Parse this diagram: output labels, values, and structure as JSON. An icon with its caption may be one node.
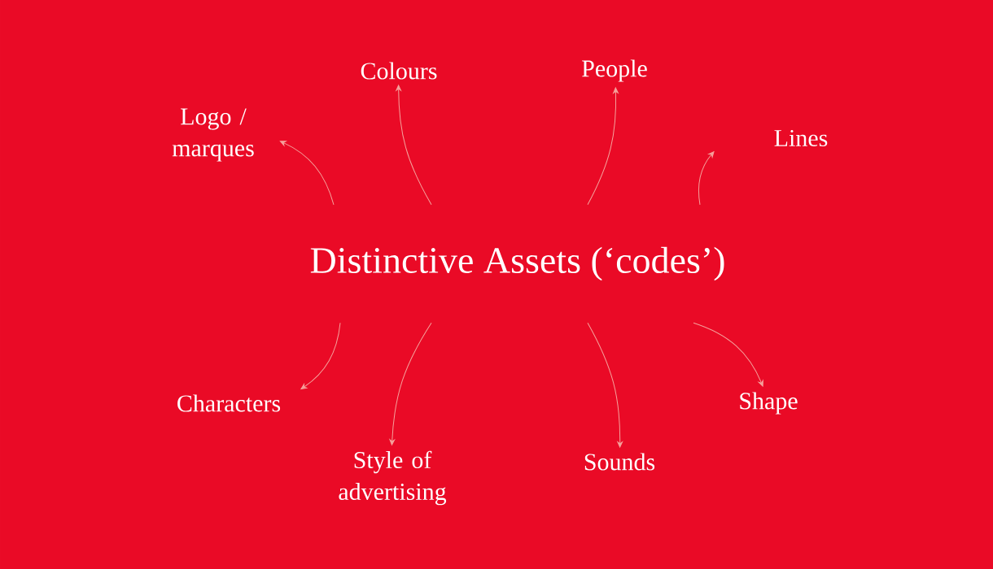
{
  "diagram": {
    "nodes": [
      {
        "text": [
          "Distinctive Assets (‘codes’)"
        ]
      },
      {
        "text": [
          "Logo / marques"
        ]
      },
      {
        "text": [
          "Colours"
        ]
      },
      {
        "text": [
          "People"
        ]
      },
      {
        "text": [
          "Lines"
        ]
      },
      {
        "text": [
          "Characters"
        ]
      },
      {
        "text": [
          "Style of advertising"
        ]
      },
      {
        "text": [
          "Sounds"
        ]
      },
      {
        "text": [
          "Shape"
        ]
      }
    ],
    "edges": [
      {
        "from": 0,
        "to": 1,
        "arrow": "to"
      },
      {
        "from": 0,
        "to": 2,
        "arrow": "to"
      },
      {
        "from": 0,
        "to": 3,
        "arrow": "to"
      },
      {
        "from": 0,
        "to": 4,
        "arrow": "to"
      },
      {
        "from": 0,
        "to": 5,
        "arrow": "to"
      },
      {
        "from": 0,
        "to": 6,
        "arrow": "to"
      },
      {
        "from": 0,
        "to": 7,
        "arrow": "to"
      },
      {
        "from": 0,
        "to": 8,
        "arrow": "to"
      }
    ]
  }
}
